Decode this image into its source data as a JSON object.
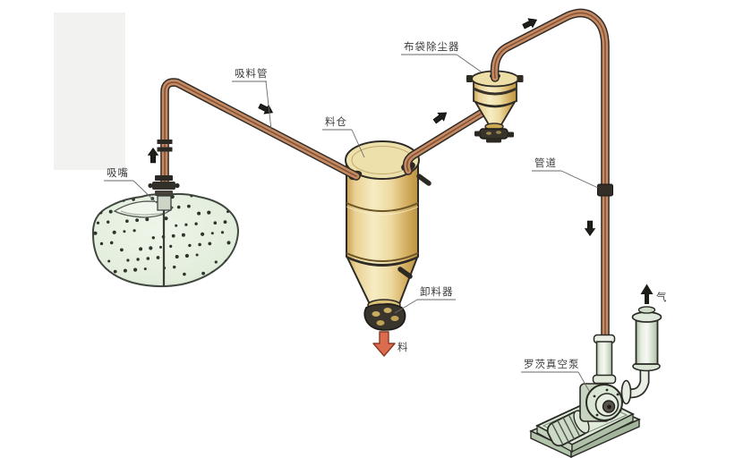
{
  "diagram": {
    "labels": {
      "suction_pipe": "吸料管",
      "suction_nozzle": "吸嘴",
      "hopper": "料仓",
      "bag_dust_collector": "布袋除尘器",
      "duct": "管道",
      "discharger": "卸料器",
      "material_out": "料",
      "roots_vacuum_pump": "罗茨真空泵",
      "air_out": "气"
    },
    "colors": {
      "pipe_copper": "#c68a63",
      "vessel_tan": "#eedca2",
      "pile_green": "#e4efdf",
      "machine_green": "#dde9d8",
      "material_arrow": "#db6c4e",
      "flow_arrow": "#1f1e1b",
      "outline": "#2e2b26",
      "label_text": "#3a3a3a"
    }
  }
}
